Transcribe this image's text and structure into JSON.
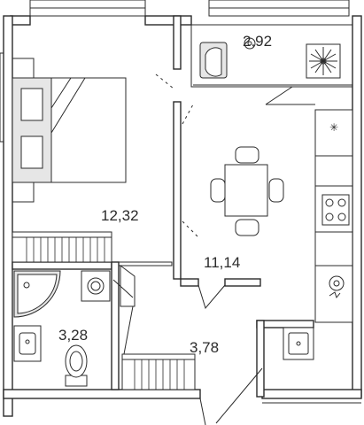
{
  "plan": {
    "rooms": [
      {
        "id": "bedroom",
        "area": "12,32"
      },
      {
        "id": "living-kitchen",
        "area": "11,14"
      },
      {
        "id": "balcony",
        "area": "2,92"
      },
      {
        "id": "bathroom",
        "area": "3,28"
      },
      {
        "id": "hallway",
        "area": "3,78"
      }
    ]
  },
  "colors": {
    "line": "#2b2b2b",
    "fill": "#e6e6e6",
    "bg": "#ffffff"
  },
  "icons": [
    "bed-icon",
    "dining-table-icon",
    "cooktop-icon",
    "sink-icon",
    "washing-machine-icon",
    "toilet-icon",
    "shower-icon",
    "plant-icon",
    "armchair-icon"
  ]
}
